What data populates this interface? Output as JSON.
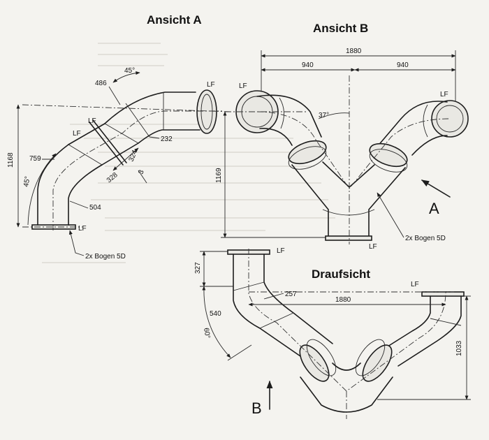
{
  "titles": {
    "view_a": "Ansicht A",
    "view_b": "Ansicht B",
    "top": "Draufsicht"
  },
  "labels": {
    "lf": "LF",
    "bend_note": "2x Bogen 5D",
    "arrow_a": "A",
    "arrow_b": "B"
  },
  "dimensions": {
    "a_486": "486",
    "a_45_top": "45°",
    "a_232": "232",
    "a_324": "324",
    "a_3": "3",
    "a_328": "328",
    "a_759": "759",
    "a_1168": "1168",
    "a_45_side": "45°",
    "a_504": "504",
    "b_1880": "1880",
    "b_940_left": "940",
    "b_940_right": "940",
    "b_37": "37°",
    "b_1169": "1169",
    "t_327": "327",
    "t_257": "257",
    "t_1880": "1880",
    "t_540": "540",
    "t_60": "60°",
    "t_1033": "1033"
  }
}
